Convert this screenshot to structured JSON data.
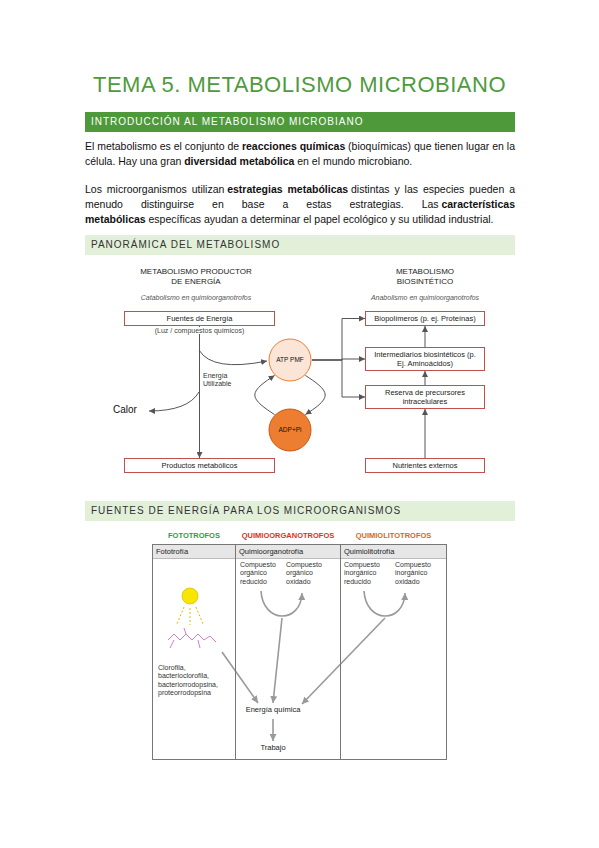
{
  "diagram": {
    "title": "TEMA 5. METABOLISMO MICROBIANO",
    "nodes": [
      {
        "text": [
          "INTRODUCCIÓN AL METABOLISMO MICROBIANO"
        ]
      },
      {
        "text": [
          "PANORÁMICA DEL METABOLISMO"
        ]
      },
      {
        "text": [
          "FUENTES DE ENERGÍA PARA LOS MICROORGANISMOS"
        ]
      },
      {
        "text": [
          "Fuentes de Energía",
          "(Luz / compuestos químicos)"
        ]
      },
      {
        "text": [
          "Productos metabólicos"
        ]
      },
      {
        "text": [
          "ATP PMF"
        ]
      },
      {
        "text": [
          "ADP+Pi"
        ]
      },
      {
        "text": [
          "Biopolímeros (p. ej. Proteínas)"
        ]
      },
      {
        "text": [
          "Intermediarios biosintéticos (p. Ej. Aminoácidos)"
        ]
      },
      {
        "text": [
          "Reserva de precursores intracelulares"
        ]
      },
      {
        "text": [
          "Nutrientes externos"
        ]
      },
      {
        "text": [
          "FOTOTROFOS",
          "Fototrofía"
        ]
      },
      {
        "text": [
          "QUIMIOORGANOTROFOS",
          "Quimioorganotrofía"
        ]
      },
      {
        "text": [
          "QUIMIOLITOTROFOS",
          "Quimiolitotrofía"
        ]
      }
    ],
    "edges": [
      {
        "from": 3,
        "to": 4,
        "arrow": "to"
      },
      {
        "from": 5,
        "to": 6,
        "arrow": "to"
      },
      {
        "from": 6,
        "to": 5,
        "arrow": "to"
      },
      {
        "from": 5,
        "to": 7,
        "arrow": "to"
      },
      {
        "from": 5,
        "to": 8,
        "arrow": "to"
      },
      {
        "from": 5,
        "to": 9,
        "arrow": "to"
      },
      {
        "from": 10,
        "to": 9,
        "arrow": "to"
      },
      {
        "from": 9,
        "to": 8,
        "arrow": "to"
      },
      {
        "from": 8,
        "to": 7,
        "arrow": "to"
      }
    ],
    "labels": [
      "El metabolismo es el conjunto de",
      "reacciones químicas",
      "(bioquímicas) que tienen lugar en la célula. Hay una gran",
      "diversidad metabólica",
      "en el mundo microbiano.",
      "Los microorganismos utilizan",
      "estrategias metabólicas",
      "distintas y las especies pueden a menudo distinguirse en base a estas estrategias. Las",
      "características metabólicas",
      "específicas ayudan a determinar el papel ecológico y su utilidad industrial.",
      "METABOLISMO PRODUCTOR DE ENERGÍA",
      "Catabolismo en quimioorganotrofos",
      "METABOLISMO BIOSINTÉTICO",
      "Anabolismo en quimioorganotrofos",
      "Energía Utilizable",
      "Calor",
      "Compuesto orgánico reducido",
      "Compuesto orgánico oxidado",
      "Compuesto inorgánico reducido",
      "Compuesto inorgánico oxidado",
      "Clorofila, bacterioclorofila, bacteriorrodopsina, proteorrodopsina",
      "Energía química",
      "Trabajo"
    ]
  }
}
